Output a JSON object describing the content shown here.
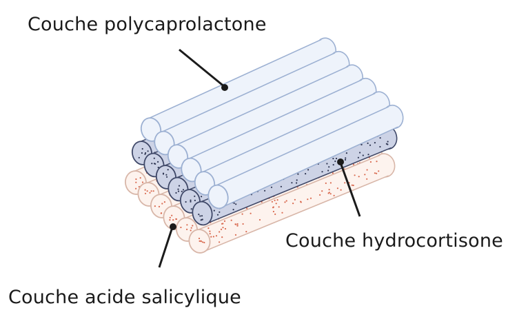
{
  "labels": {
    "top": "Couche polycaprolactone",
    "middle": "Couche hydrocortisone",
    "bottom": "Couche acide salicylique"
  },
  "layers": [
    {
      "key": "bottom",
      "fill": "#fdf3ee",
      "stroke": "#d8b6a8",
      "dot_color": "#d96a50",
      "rods": 6
    },
    {
      "key": "middle",
      "fill": "#cdd3e6",
      "stroke": "#3f4868",
      "dot_color": "#2d3450",
      "rods": 6
    },
    {
      "key": "top",
      "fill": "#eef3fb",
      "stroke": "#9cb0d2",
      "dot_color": "",
      "rods": 6
    }
  ],
  "colors": {
    "leader_line": "#1b1b1b",
    "text": "#1a1a1a"
  }
}
